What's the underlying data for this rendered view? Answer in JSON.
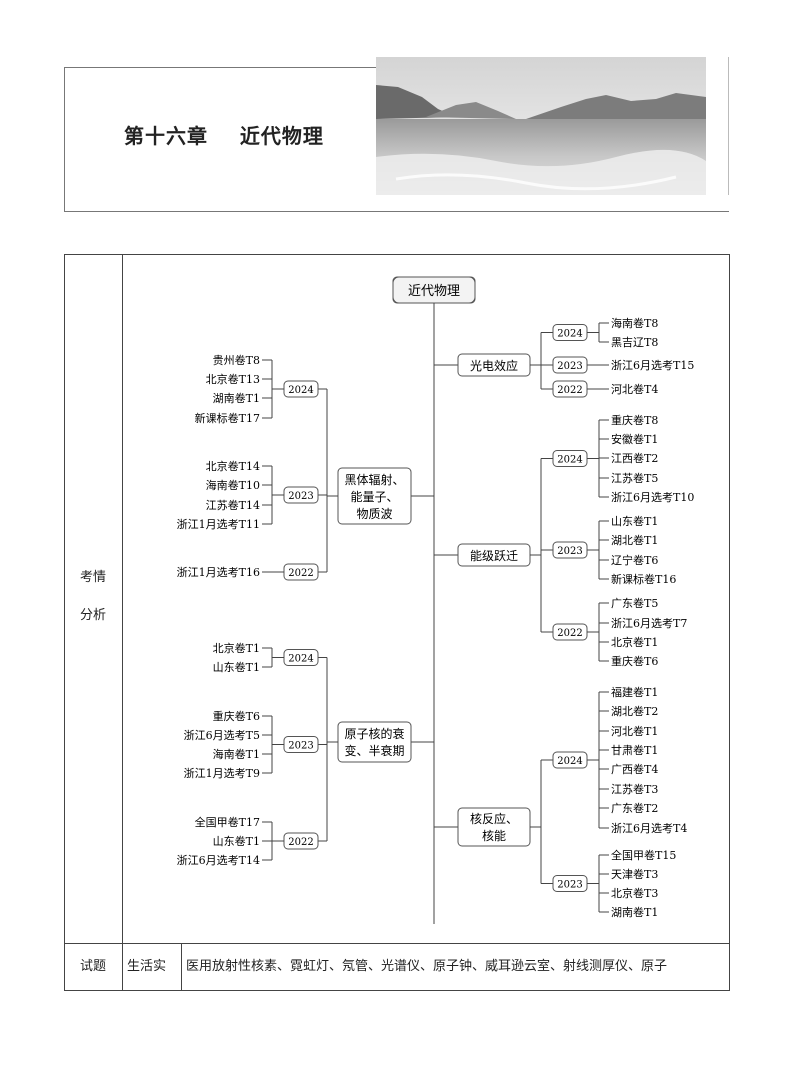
{
  "chapter": {
    "title": "第十六章    近代物理"
  },
  "table": {
    "row1_label_line1": "考情",
    "row1_label_line2": "分析",
    "row2_label": "试题",
    "row2_sub_label": "生活实",
    "row2_content": "医用放射性核素、霓虹灯、氖管、光谱仪、原子钟、威耳逊云室、射线测厚仪、原子"
  },
  "mindmap": {
    "root": "近代物理",
    "left_branches": [
      {
        "lines": [
          "黑体辐射、",
          "能量子、",
          "物质波"
        ],
        "years": [
          {
            "year": "2024",
            "items": [
              "贵州卷T8",
              "北京卷T13",
              "湖南卷T1",
              "新课标卷T17"
            ]
          },
          {
            "year": "2023",
            "items": [
              "北京卷T14",
              "海南卷T10",
              "江苏卷T14",
              "浙江1月选考T11"
            ]
          },
          {
            "year": "2022",
            "items": [
              "浙江1月选考T16"
            ]
          }
        ]
      },
      {
        "lines": [
          "原子核的衰",
          "变、半衰期"
        ],
        "years": [
          {
            "year": "2024",
            "items": [
              "北京卷T1",
              "山东卷T1"
            ]
          },
          {
            "year": "2023",
            "items": [
              "重庆卷T6",
              "浙江6月选考T5",
              "海南卷T1",
              "浙江1月选考T9"
            ]
          },
          {
            "year": "2022",
            "items": [
              "全国甲卷T17",
              "山东卷T1",
              "浙江6月选考T14"
            ]
          }
        ]
      }
    ],
    "right_branches": [
      {
        "lines": [
          "光电效应"
        ],
        "years": [
          {
            "year": "2024",
            "items": [
              "海南卷T8",
              "黑吉辽T8"
            ]
          },
          {
            "year": "2023",
            "items": [
              "浙江6月选考T15"
            ]
          },
          {
            "year": "2022",
            "items": [
              "河北卷T4"
            ]
          }
        ]
      },
      {
        "lines": [
          "能级跃迁"
        ],
        "years": [
          {
            "year": "2024",
            "items": [
              "重庆卷T8",
              "安徽卷T1",
              "江西卷T2",
              "江苏卷T5",
              "浙江6月选考T10"
            ]
          },
          {
            "year": "2023",
            "items": [
              "山东卷T1",
              "湖北卷T1",
              "辽宁卷T6",
              "新课标卷T16"
            ]
          },
          {
            "year": "2022",
            "items": [
              "广东卷T5",
              "浙江6月选考T7",
              "北京卷T1",
              "重庆卷T6"
            ]
          }
        ]
      },
      {
        "lines": [
          "核反应、",
          "核能"
        ],
        "years": [
          {
            "year": "2024",
            "items": [
              "福建卷T1",
              "湖北卷T2",
              "河北卷T1",
              "甘肃卷T1",
              "广西卷T4",
              "江苏卷T3",
              "广东卷T2",
              "浙江6月选考T4"
            ]
          },
          {
            "year": "2023",
            "items": [
              "全国甲卷T15",
              "天津卷T3",
              "北京卷T3",
              "湖南卷T1"
            ]
          }
        ]
      }
    ]
  }
}
